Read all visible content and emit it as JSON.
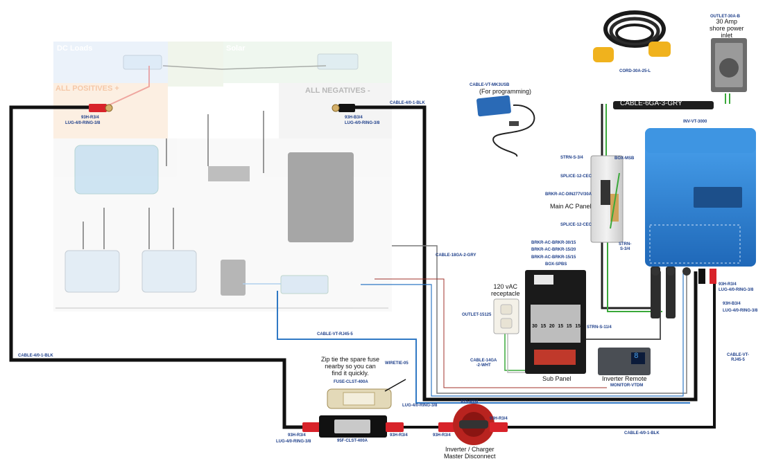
{
  "background_zones": {
    "dc_loads": "DC Loads",
    "solar": "Solar",
    "all_positives": "ALL POSITIVES +",
    "all_negatives": "ALL NEGATIVES -"
  },
  "cables": {
    "cable_4_0_blk_top": "CABLE-4/0-1-BLK",
    "cable_4_0_blk_left": "CABLE-4/0-1-BLK",
    "cable_4_0_blk_bottom": "CABLE-4/0-1-BLK",
    "cable_18ga": "CABLE-18GA-2-GRY",
    "cable_rj45_mid": "CABLE-VT-RJ45-5",
    "cable_rj45_right": "CABLE-VT-\nRJ45-5",
    "cable_vt_mk3usb": "CABLE-VT-MK3USB",
    "cable_6ga": "CABLE-6GA-3-GRY",
    "cable_14ga": "CABLE-14GA\n-2-WHT"
  },
  "terminals": {
    "pos_terminal_a": "93H-R3/4",
    "pos_terminal_b": "LUG-4/0-RING-3/8",
    "neg_terminal_a": "93H-B3/4",
    "neg_terminal_b": "LUG-4/0-RING-3/8",
    "inv_r": "93H-R3/4",
    "inv_r_lug": "LUG-4/0-RING-3/8",
    "inv_b": "93H-B3/4",
    "inv_b_lug": "LUG-4/0-RING-3/8",
    "fuse_left_a": "93H-R3/4",
    "fuse_left_b": "LUG-4/0-RING-3/8",
    "fuse_right": "93H-R3/4",
    "fuse_lug_top": "LUG-4/0-RING-3/8",
    "switch_left": "93H-R3/4",
    "switch_right": "93H-R3/4",
    "switch_top": "93S-MINI"
  },
  "components": {
    "programming_note": "(For programming)",
    "cord": "CORD-30A-25-L",
    "outlet_30a_code": "OUTLET-30A-B",
    "outlet_30a_caption": "30 Amp\nshore power\ninlet",
    "inverter": "INV-VT-3000",
    "strn_s_34_top": "STRN-S-3/4",
    "box_msb": "BOX-MSB",
    "splice_top": "SPLICE-12-CEC",
    "brkr_main": "BRKR-AC-DIN277V/30A",
    "main_panel": "Main AC Panel",
    "splice_bottom": "SPLICE-12-CEC",
    "strn_s_34_bottom": "STRN-\nS-3/4",
    "brkr_30_15": "BRKR-AC-BRKR-30/15",
    "brkr_15_20": "BRKR-AC-BRKR-15/20",
    "brkr_15_15": "BRKR-AC-BRKR-15/15",
    "box_spbs": "BOX-SPBS",
    "receptacle_caption": "120 vAC\nreceptacle",
    "outlet_15125": "OUTLET-15125",
    "strn_s_11_4": "STRN-S-11/4",
    "sub_panel": "Sub Panel",
    "inverter_remote": "Inverter Remote",
    "monitor": "MONITOR-VTDM",
    "zip_note": "Zip tie the spare fuse\nnearby so you can\nfind it quickly.",
    "wiretie": "WIRETIE-05",
    "fuse_spare": "FUSE-CLST-400A",
    "fuse_block": "95F-CLST-400A",
    "disconnect_caption": "Inverter / Charger\nMaster Disconnect",
    "breaker_ratings": [
      "30",
      "15",
      "20",
      "15",
      "15",
      "15"
    ],
    "remote_display": "8"
  },
  "colors": {
    "label_blue": "#1e3f8a",
    "inverter_blue": "#2f7fd0",
    "cable_black": "#111111",
    "wire_green": "#3aa83a",
    "wire_blue": "#2f78c4",
    "wire_red": "#b33a2a",
    "lug_red": "#d8232a"
  }
}
